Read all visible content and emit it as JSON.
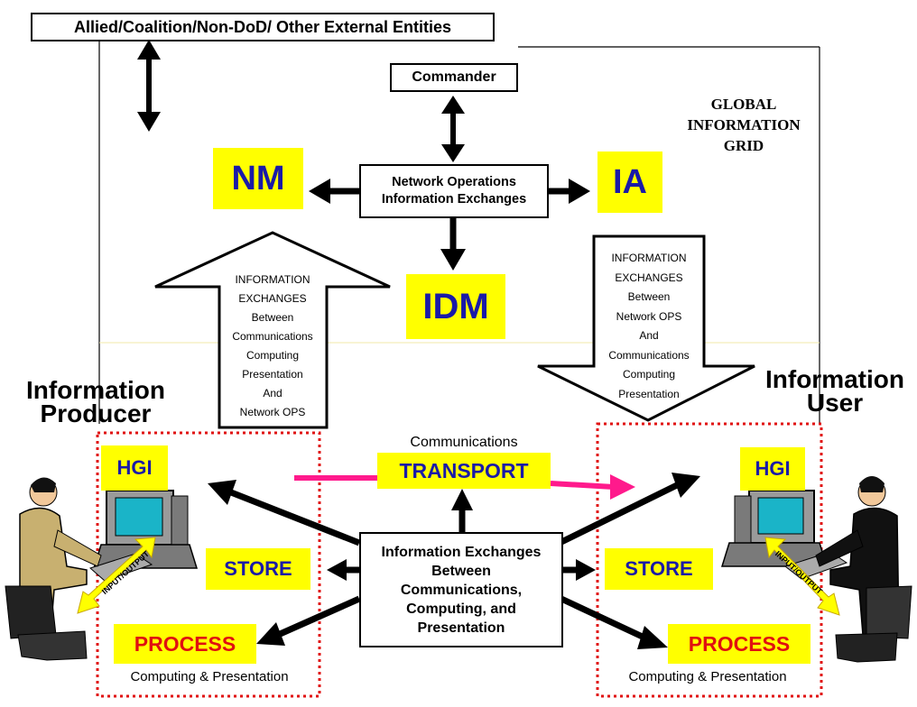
{
  "external": {
    "label": "Allied/Coalition/Non-DoD/ Other External Entities"
  },
  "commander": {
    "label": "Commander"
  },
  "gig": {
    "label": "GLOBAL\nINFORMATION\nGRID"
  },
  "netops": {
    "label": "Network Operations\nInformation Exchanges"
  },
  "nm": {
    "label": "NM"
  },
  "ia": {
    "label": "IA"
  },
  "idm": {
    "label": "IDM"
  },
  "up_arrow_text": "INFORMATION\nEXCHANGES\nBetween\nCommunications\nComputing\nPresentation\nAnd\nNetwork OPS",
  "down_arrow_text": "INFORMATION\nEXCHANGES\nBetween\nNetwork OPS\nAnd\nCommunications\nComputing\nPresentation",
  "producer": {
    "label": "Information\nProducer"
  },
  "user": {
    "label": "Information\nUser"
  },
  "communications": {
    "label": "Communications"
  },
  "transport": {
    "label": "TRANSPORT"
  },
  "center": {
    "label": "Information Exchanges\nBetween\nCommunications,\nComputing, and\nPresentation"
  },
  "left_panel": {
    "hgi": "HGI",
    "store": "STORE",
    "process": "PROCESS",
    "caption": "Computing & Presentation",
    "io": "INPUT/OUTPUT"
  },
  "right_panel": {
    "hgi": "HGI",
    "store": "STORE",
    "process": "PROCESS",
    "caption": "Computing & Presentation",
    "io": "INPUT/OUTPUT"
  },
  "colors": {
    "yellow": "#ffff00",
    "blue_text": "#1a1aa8",
    "red_text": "#e01010",
    "pink_arrow": "#ff1a8c",
    "dotted_red": "#e01010"
  },
  "icons": [
    "computer-icon",
    "person-producer-icon",
    "person-user-icon"
  ]
}
